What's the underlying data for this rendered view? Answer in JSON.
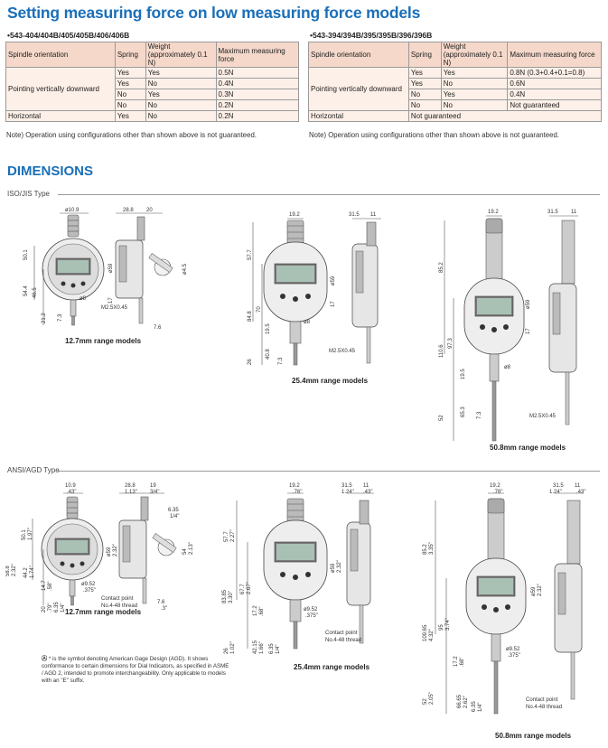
{
  "title": "Setting measuring force on low measuring force models",
  "left_table": {
    "model": "•543-404/404B/405/405B/406/406B",
    "headers": [
      "Spindle orientation",
      "Spring",
      "Weight (approximately 0.1 N)",
      "Maximum measuring force"
    ],
    "vertical_label": "Pointing vertically downward",
    "vertical_rows": [
      [
        "Yes",
        "Yes",
        "0.5N"
      ],
      [
        "Yes",
        "No",
        "0.4N"
      ],
      [
        "No",
        "Yes",
        "0.3N"
      ],
      [
        "No",
        "No",
        "0.2N"
      ]
    ],
    "horizontal_label": "Horizontal",
    "horizontal_row": [
      "Yes",
      "No",
      "0.2N"
    ],
    "note": "Note) Operation using configurations other than shown above is not guaranteed."
  },
  "right_table": {
    "model": "•543-394/394B/395/395B/396/396B",
    "headers": [
      "Spindle orientation",
      "Spring",
      "Weight (approximately 0.1 N)",
      "Maximum measuring force"
    ],
    "vertical_label": "Pointing vertically downward",
    "vertical_rows": [
      [
        "Yes",
        "Yes",
        "0.8N (0.3+0.4+0.1=0.8)"
      ],
      [
        "Yes",
        "No",
        "0.6N"
      ],
      [
        "No",
        "Yes",
        "0.4N"
      ],
      [
        "No",
        "No",
        "Not guaranteed"
      ]
    ],
    "horizontal_label": "Horizontal",
    "horizontal_value": "Not guaranteed",
    "note": "Note) Operation using configurations other than shown above is not guaranteed."
  },
  "dimensions_heading": "DIMENSIONS",
  "iso": {
    "type_label": "ISO/JIS Type",
    "d1": {
      "caption": "12.7mm range models",
      "dims": {
        "top1": "ø10.9",
        "top2": "28.8",
        "top3": "20",
        "h1": "50.1",
        "h2": "54.4",
        "h3": "46.5",
        "h4": "21.2",
        "h5": "7.3",
        "stem": "ø8",
        "thread": "M2.5X0.45",
        "bot": "7.6",
        "dia": "ø59",
        "d17": "17",
        "side": "ø4.5"
      }
    },
    "d2": {
      "caption": "25.4mm range models",
      "dims": {
        "top1": "19.2",
        "top2": "31.5",
        "top3": "11",
        "h1": "57.7",
        "h2": "84.8",
        "h3": "70",
        "h4": "19.5",
        "h5": "40.8",
        "h6": "26",
        "h7": "7.3",
        "stem": "ø8",
        "thread": "M2.5X0.45",
        "dia": "ø59",
        "d17": "17"
      }
    },
    "d3": {
      "caption": "50.8mm range models",
      "dims": {
        "top1": "19.2",
        "top2": "31.5",
        "top3": "11",
        "h1": "85.2",
        "h2": "110.6",
        "h3": "97.3",
        "h4": "19.5",
        "h5": "65.3",
        "h6": "52",
        "h7": "7.3",
        "stem": "ø8",
        "thread": "M2.5X0.45",
        "dia": "ø59",
        "d17": "17"
      }
    }
  },
  "ansi": {
    "type_label": "ANSI/AGD Type",
    "d1": {
      "caption": "12.7mm range models",
      "dims": {
        "top1": "10.9",
        "top1b": ".43\"",
        "top2": "28.8",
        "top2b": "1.13\"",
        "top3": "19",
        "top3b": "3/4\"",
        "h1": "50.1",
        "h1b": "1.97\"",
        "h2": "58.8",
        "h3": "2.32\"",
        "h4": "44.2",
        "h5": "1.74\"",
        "h6": "14.7",
        "h7": ".58\"",
        "h8": "20",
        "h9": ".79\"",
        "h10": "6.35",
        "h11": "1/4\"",
        "stem": "ø9.52",
        "stem_b": ".375\"",
        "contact": "Contact point",
        "thread": "No.4-48 thread",
        "bot": "7.6",
        "bot_b": ".3\"",
        "side1": "6.35",
        "side1b": "1/4\"",
        "side2": "54",
        "side2b": "2.13\"",
        "dia": "ø59",
        "diab": "2.32\""
      }
    },
    "d2": {
      "caption": "25.4mm range models",
      "dims": {
        "top1": "19.2",
        "top1b": ".76\"",
        "top2": "31.5",
        "top2b": "1.24\"",
        "top3": "11",
        "top3b": ".43\"",
        "h1": "57.7",
        "h1b": "2.27\"",
        "h2": "83.85",
        "h2b": "3.30\"",
        "h3": "67.7",
        "h3b": "2.67\"",
        "h4": "17.2",
        "h4b": ".68\"",
        "h5": "26",
        "h5b": "1.02\"",
        "h6": "42.15",
        "h6b": "1.66\"",
        "h7": "6.35",
        "h7b": "1/4\"",
        "stem": "ø9.52",
        "stem_b": ".375\"",
        "contact": "Contact point",
        "thread": "No.4-48 thread",
        "dia": "ø59",
        "diab": "2.32\""
      }
    },
    "d3": {
      "caption": "50.8mm range models",
      "dims": {
        "top1": "19.2",
        "top1b": ".76\"",
        "top2": "31.5",
        "top2b": "1.24\"",
        "top3": "11",
        "top3b": ".43\"",
        "h1": "85.2",
        "h1b": "3.35\"",
        "h2": "109.65",
        "h2b": "4.32\"",
        "h3": "95",
        "h3b": "3.74\"",
        "h4": "17.2",
        "h4b": ".68\"",
        "h5": "52",
        "h5b": "2.05\"",
        "h6": "66.65",
        "h6b": "2.62\"",
        "h7": "6.35",
        "h7b": "1/4\"",
        "stem": "ø9.52",
        "stem_b": ".375\"",
        "contact": "Contact point",
        "thread": "No.4-48 thread",
        "dia": "ø59",
        "diab": "2.32\""
      }
    },
    "agd_note": "*  is the symbol denoting American Gage Design (AGD). It shows conformance to certain dimensions for Dial Indicators, as specified in ASME / AGD 2, intended to promote interchangeability. Only applicable to models with an \"E\" suffix."
  }
}
